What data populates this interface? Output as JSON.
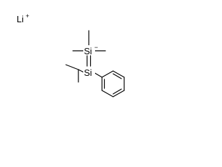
{
  "molecule": {
    "counterion": {
      "symbol": "Li",
      "charge": "+"
    },
    "anionic_silicon": {
      "symbol": "Si",
      "charge": "−"
    },
    "silylene_silicon": {
      "symbol": "Si"
    }
  },
  "colors": {
    "ink": "#000000",
    "background": "#ffffff"
  }
}
